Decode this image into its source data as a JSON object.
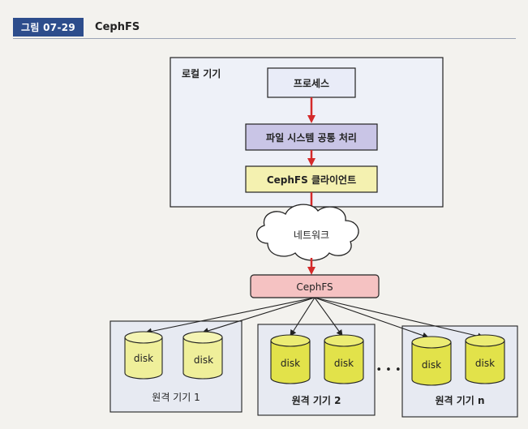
{
  "figure": {
    "label": "그림 07-29",
    "title": "CephFS"
  },
  "local": {
    "label": "로컬 기기",
    "process": "프로세스",
    "filesystem": "파일 시스템 공통 처리",
    "client": "CephFS 클라이언트"
  },
  "network": {
    "label": "네트워크"
  },
  "ceph": {
    "label": "CephFS"
  },
  "remotes": [
    {
      "label": "원격 기기 1",
      "disks": [
        "disk",
        "disk"
      ]
    },
    {
      "label": "원격 기기 2",
      "disks": [
        "disk",
        "disk"
      ]
    },
    {
      "label": "원격 기기 n",
      "disks": [
        "disk",
        "disk"
      ]
    }
  ],
  "ellipsis": "• • •",
  "colors": {
    "badge": "#2d4d8c",
    "local_box_fill": "#eef1f8",
    "process_fill": "#e9ecf8",
    "filesystem_fill": "#c9c5e6",
    "client_fill": "#f4f1b0",
    "ceph_fill": "#f5c2c2",
    "disk_fill": "#e8e856",
    "remote_fill": "#e7eaf2",
    "arrow_red": "#d42a2a",
    "edge": "#222222"
  }
}
